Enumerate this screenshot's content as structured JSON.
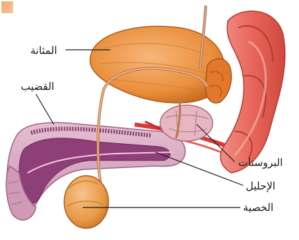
{
  "labels": {
    "bladder": "المثانة",
    "penis": "القضيب",
    "prostate": "البروستات",
    "urethra": "الإحليل",
    "testis": "الخصية"
  },
  "colors": {
    "bladder": "#e98f3c",
    "rectum": "#e8655a",
    "penis_skin": "#d9a8c0",
    "corpus": "#8e3f78",
    "testis": "#e89a48",
    "prostate": "#e6b6c2",
    "vessels": "#d83a3a"
  }
}
